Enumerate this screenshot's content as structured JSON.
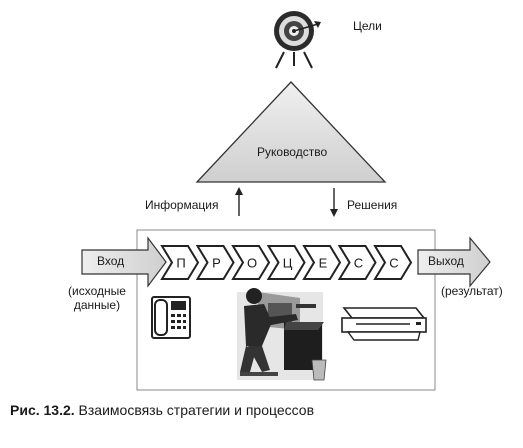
{
  "goals_label": "Цели",
  "management_label": "Руководство",
  "information_label": "Информация",
  "decisions_label": "Решения",
  "input_label": "Вход",
  "input_sub_label": "(исходные\nданные)",
  "output_label": "Выход",
  "output_sub_label": "(результат)",
  "process_letters": [
    "П",
    "Р",
    "О",
    "Ц",
    "Е",
    "С",
    "С"
  ],
  "caption_number": "Рис. 13.2.",
  "caption_text": "Взаимосвязь стратегии и процессов",
  "icons": [
    "target-icon",
    "phone-icon",
    "worker-icon",
    "printer-icon"
  ],
  "colors": {
    "box_fill": "#ffffff",
    "gray_fill": "#dcdcdc",
    "stroke": "#333333"
  }
}
